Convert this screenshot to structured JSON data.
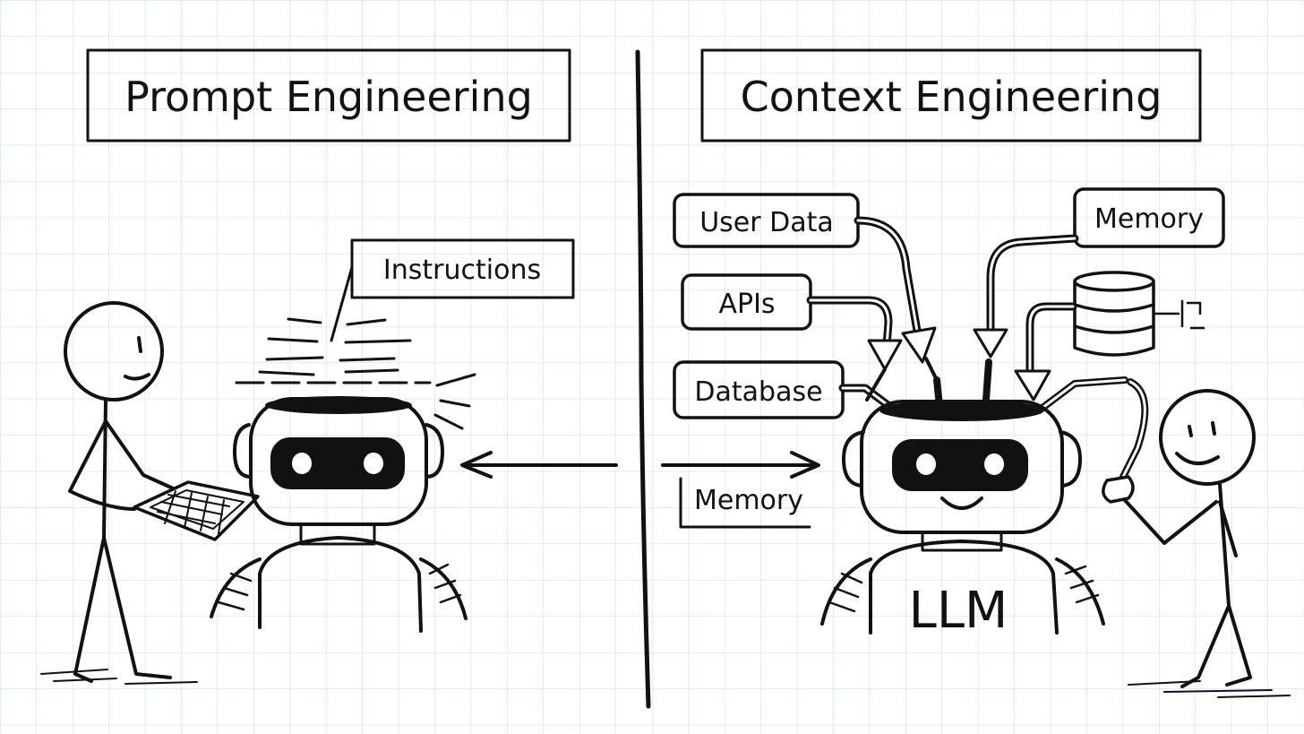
{
  "left_panel": {
    "title": "Prompt Engineering",
    "label": "Instructions"
  },
  "right_panel": {
    "title": "Context Engineering",
    "sources": {
      "user_data": "User Data",
      "apis": "APIs",
      "database": "Database",
      "memory_top": "Memory",
      "memory_low": "Memory"
    },
    "robot_label": "LLM"
  },
  "colors": {
    "ink": "#111111",
    "paper": "#ffffff",
    "grid": "#c7d6f2"
  },
  "icons": [
    "stick-figure",
    "robot",
    "laptop",
    "database-cylinder",
    "plug-cable",
    "arrow-left",
    "arrow-right"
  ]
}
